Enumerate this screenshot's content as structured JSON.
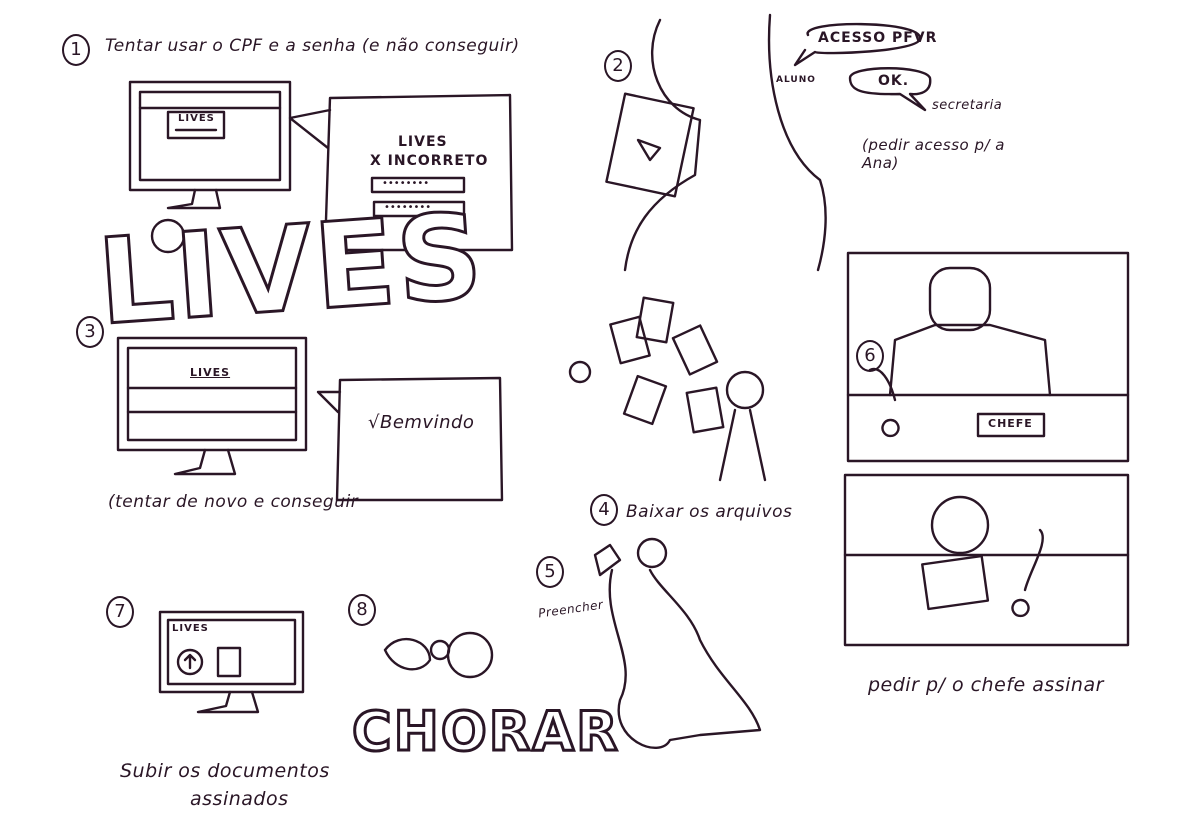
{
  "panel1": {
    "number": "1",
    "caption": "Tentar usar o CPF e a senha (e não conseguir)",
    "screen_title": "LIVES",
    "popup_title": "LIVES",
    "error": "X INCORRETO",
    "field1": "••••••••",
    "field2": "••••••••"
  },
  "logo": {
    "text": "LIVES"
  },
  "panel2": {
    "number": "2",
    "speech_student": "ACESSO PFVR",
    "student_label": "ALUNO",
    "speech_secretary": "OK.",
    "secretary_label": "secretaria",
    "caption": "(pedir acesso p/ a Ana)"
  },
  "panel3": {
    "number": "3",
    "screen_title": "LIVES",
    "popup_text": "√Bemvindo",
    "caption": "(tentar de novo e conseguir"
  },
  "panel4": {
    "number": "4",
    "caption": "Baixar os arquivos"
  },
  "panel5": {
    "number": "5",
    "label": "Preencher"
  },
  "panel6": {
    "number": "6",
    "sign": "CHEFE",
    "caption": "pedir p/ o chefe assinar"
  },
  "panel7": {
    "number": "7",
    "screen_title": "LIVES",
    "caption_line1": "Subir os documentos",
    "caption_line2": "assinados"
  },
  "panel8": {
    "number": "8",
    "text": "CHORAR"
  }
}
